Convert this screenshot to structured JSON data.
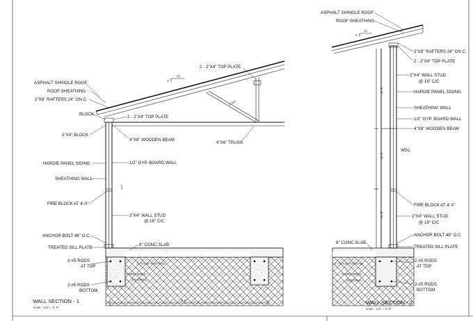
{
  "section1": {
    "title": "WALL SECTION - 1",
    "scale": "scale : 1/2\" = 1'-0\"",
    "slope_rise": "3",
    "slope_run": "12",
    "labels": {
      "asphalt": "ASPHALT SHINGLE ROOF",
      "sheathing": "ROOF SHEATHING",
      "rafters": "2\"X8\" RAFTERS 24\" ON C.",
      "block": "BLOCK",
      "block24": "2\"X4\" BLOCK",
      "hardie": "HARDIE PANEL SIDING",
      "sheathing_wall": "SHEATHING WALL",
      "fire_block": "FIRE BLOCK AT 4'-0\"",
      "anchor": "ANCHOR BOLT 48\" O.C.",
      "sill": "TREATED SILL PLATE",
      "rods_top_1": "2-#5 RODS",
      "rods_top_2": "AT TOP",
      "rods_bot_1": "2-#5 RODS",
      "rods_bot_2": "BOTTOM",
      "top_plate_upper": "2 - 2\"X4\" TOP PLATE",
      "top_plate": "2 - 2\"X4\" TOP PLATE",
      "beam": "4\"X8\" WOODEN BEAM",
      "gyp": "1/2\" GYP. BOARD WALL",
      "stud_1": "2\"X4\" WALL STUD",
      "stud_2": "@ 16\" C/C",
      "slab": "6\" CONC.SLAB",
      "truss": "4\"X6\" TRUSS",
      "truss_web": "2\"X4\"",
      "footing_1": "1\" THICK FOOTING",
      "footing_2": "CONT. WALL",
      "footing_3": "FOOTING",
      "dim": "8'-6\""
    }
  },
  "section2": {
    "title": "WALL SECTION - 2",
    "scale": "scale : 1/2\" = 1'-0\"",
    "slope_rise": "3",
    "slope_run": "12",
    "labels": {
      "asphalt": "ASPHALT SHINGLE ROOF",
      "sheathing": "ROOF SHEATHING",
      "rafters": "2\"X8\" RAFTERS 24\" ON C.",
      "top_plate": "2 - 2\"X4\" TOP PLATE",
      "stud_1": "2\"X4\" WALL STUD",
      "stud_2": "@ 16\" C/C",
      "hardie": "HARDIE PANEL SIDING",
      "sheathing_wall": "SHEATHING WALL",
      "gyp": "1/2\" GYP. BOARD WALL",
      "beam": "4\"X8\" WOODEN BEAM",
      "window": "WD1",
      "fire_block": "FIRE BLOCK AT 4'-0\"",
      "stud2_1": "2\"X4\" WALL STUD",
      "stud2_2": "@ 16\" C/C",
      "anchor": "ANCHOR BOLT 48\" O.C",
      "sill": "TREATED SILL PLATE",
      "slab": "6\" CONC.SLAB",
      "rods_top_1": "2-#5 RODS",
      "rods_top_2": "AT TOP",
      "rods_bot_1": "2-#5 RODS",
      "rods_bot_2": "BOTTOM",
      "footing_1": "1\" THICK FOOTING",
      "footing_2": "CONT. WALL",
      "footing_3": "FOOTING",
      "dim_a": "5'-0\"",
      "dim_b": "5'-0\"",
      "dim_c": "5'-0\""
    }
  }
}
